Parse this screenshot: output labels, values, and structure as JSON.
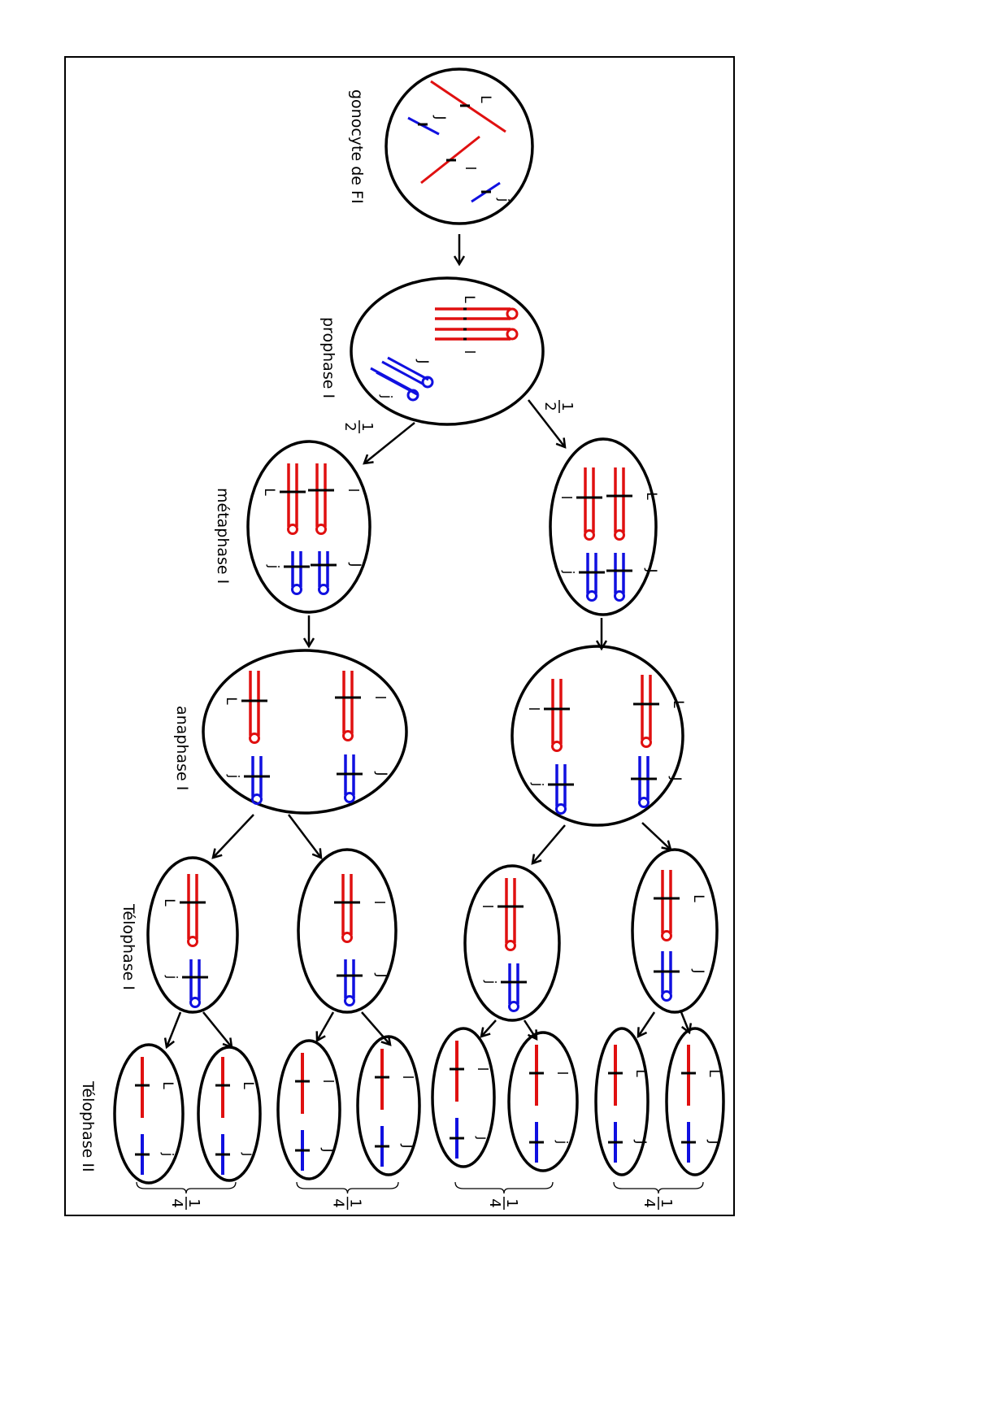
{
  "stages": {
    "gonocyte": "gonocyte de FI",
    "prophase": "prophase I",
    "metaphase": "métaphase I",
    "anaphase": "anaphase I",
    "telophase1": "Télophase I",
    "telophase2": "Télophase II"
  },
  "fractions": {
    "half": {
      "num": "1",
      "den": "2"
    },
    "quarter": {
      "num": "1",
      "den": "4"
    }
  },
  "alleles": {
    "L": "L",
    "l": "l",
    "J": "J",
    "j": "j"
  },
  "telophase2_genotypes": [
    [
      "L",
      "j"
    ],
    [
      "L",
      "j"
    ],
    [
      "l",
      "J"
    ],
    [
      "l",
      "J"
    ],
    [
      "l",
      "j"
    ],
    [
      "l",
      "j"
    ],
    [
      "L",
      "J"
    ],
    [
      "L",
      "J"
    ]
  ],
  "colors": {
    "red_chromosome": "#e01010",
    "blue_chromosome": "#1010e0",
    "outline": "#000000"
  }
}
